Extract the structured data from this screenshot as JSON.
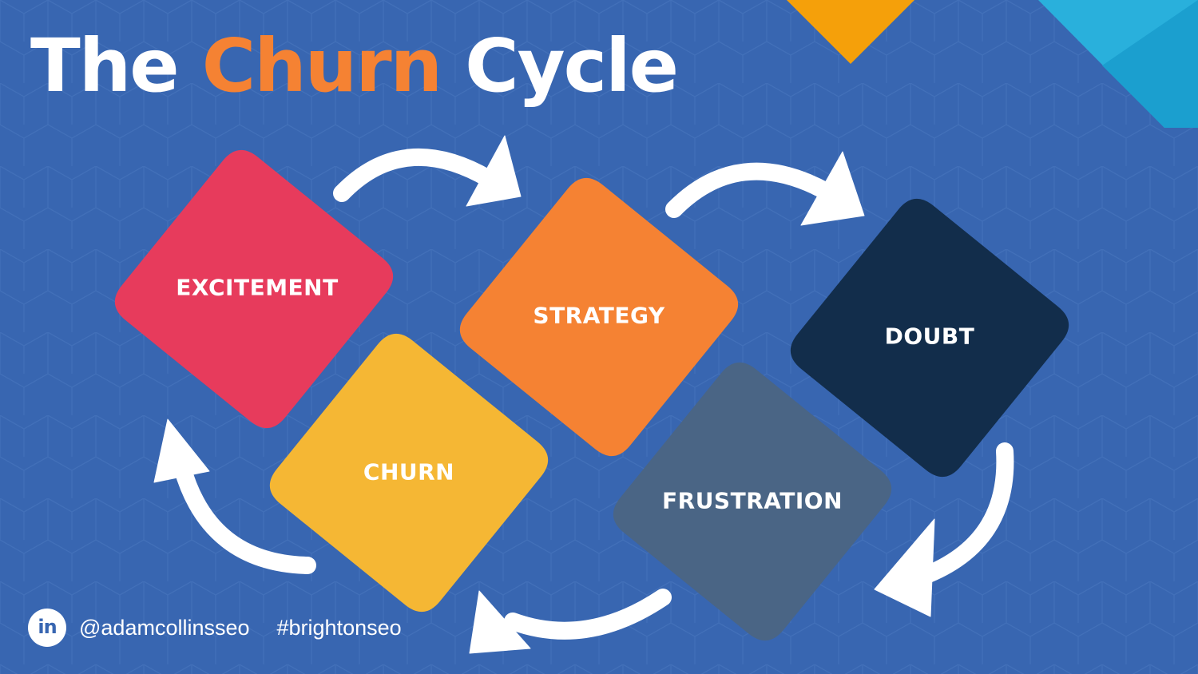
{
  "title": {
    "part1": "The ",
    "accent": "Churn",
    "part2": " Cycle"
  },
  "colors": {
    "background": "#3866b1",
    "title_accent": "#f58233",
    "corner_orange": "#f5a00a",
    "corner_cyan": "#1fa8d6"
  },
  "stages": [
    {
      "label": "EXCITEMENT",
      "color": "#e73b5c"
    },
    {
      "label": "STRATEGY",
      "color": "#f58233"
    },
    {
      "label": "DOUBT",
      "color": "#122d4b"
    },
    {
      "label": "FRUSTRATION",
      "color": "#4a6585"
    },
    {
      "label": "CHURN",
      "color": "#f5b734"
    }
  ],
  "footer": {
    "icon": "linkedin-icon",
    "handle": "@adamcollinsseo",
    "hashtag": "#brightonseo"
  }
}
